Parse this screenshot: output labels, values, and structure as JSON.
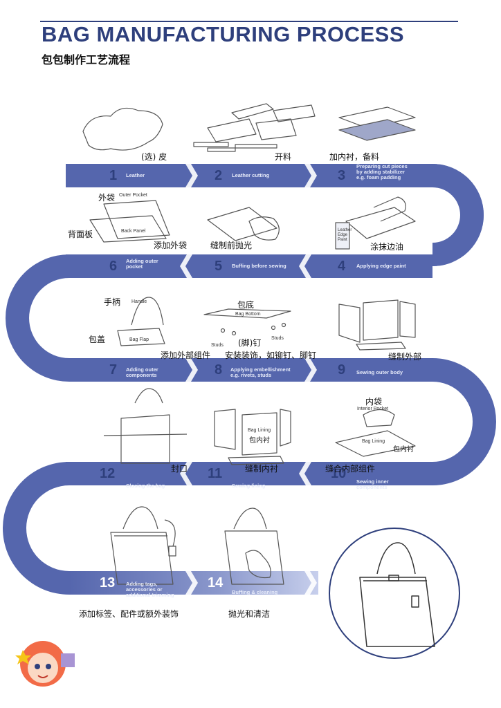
{
  "title": {
    "en": "BAG MANUFACTURING PROCESS",
    "zh": "包包制作工艺流程"
  },
  "colors": {
    "band": "#5566ad",
    "band_light": "#c2cbe9",
    "ink": "#2e3f7c"
  },
  "steps": [
    {
      "n": "1",
      "en": "Leather",
      "zh": "(选) 皮"
    },
    {
      "n": "2",
      "en": "Leather cutting",
      "zh": "开料"
    },
    {
      "n": "3",
      "en": "Preparing cut pieces\nby adding stabilizer\ne.g. foam padding",
      "zh": "加内衬，备料"
    },
    {
      "n": "4",
      "en": "Applying edge paint",
      "zh": "涂抹边油"
    },
    {
      "n": "5",
      "en": "Buffing before sewing",
      "zh": "缝制前抛光"
    },
    {
      "n": "6",
      "en": "Adding outer\npocket",
      "zh": "添加外袋"
    },
    {
      "n": "7",
      "en": "Adding outer\ncomponents",
      "zh": "添加外部组件"
    },
    {
      "n": "8",
      "en": "Applying embellishment\ne.g. rivets, studs",
      "zh": "安装装饰，如铆钉、脚钉"
    },
    {
      "n": "9",
      "en": "Sewing outer body",
      "zh": "缝制外部"
    },
    {
      "n": "10",
      "en": "Sewing inner\ncomponents",
      "zh": "缝合内部组件"
    },
    {
      "n": "11",
      "en": "Sewing lining",
      "zh": "缝制内衬"
    },
    {
      "n": "12",
      "en": "Closing the bag",
      "zh": "封口"
    },
    {
      "n": "13",
      "en": "Adding tags,\naccessories or\nadditional trimming",
      "zh": "添加标签、配件或额外装饰"
    },
    {
      "n": "14",
      "en": "Buffing & cleaning",
      "zh": "抛光和清洁"
    }
  ],
  "annotations": {
    "outer_pocket_zh": "外袋",
    "outer_pocket_en": "Outer Pocket",
    "back_panel_zh": "背面板",
    "back_panel_en": "Back Panel",
    "edge_paint_en": "Leather\nEdge\nPaint",
    "handle_zh": "手柄",
    "handle_en": "Handle",
    "flap_zh": "包盖",
    "flap_en": "Bag Flap",
    "bottom_zh": "包底",
    "bottom_en": "Bag Bottom",
    "studs_zh": "(脚)钉",
    "studs_en": "Studs",
    "lining_en": "Bag Lining",
    "lining_zh": "包内衬",
    "inner_pocket_zh": "内袋",
    "inner_pocket_en": "Interior Pocket",
    "inner_lining_en": "Bag Lining",
    "inner_lining_zh": "包内衬"
  }
}
